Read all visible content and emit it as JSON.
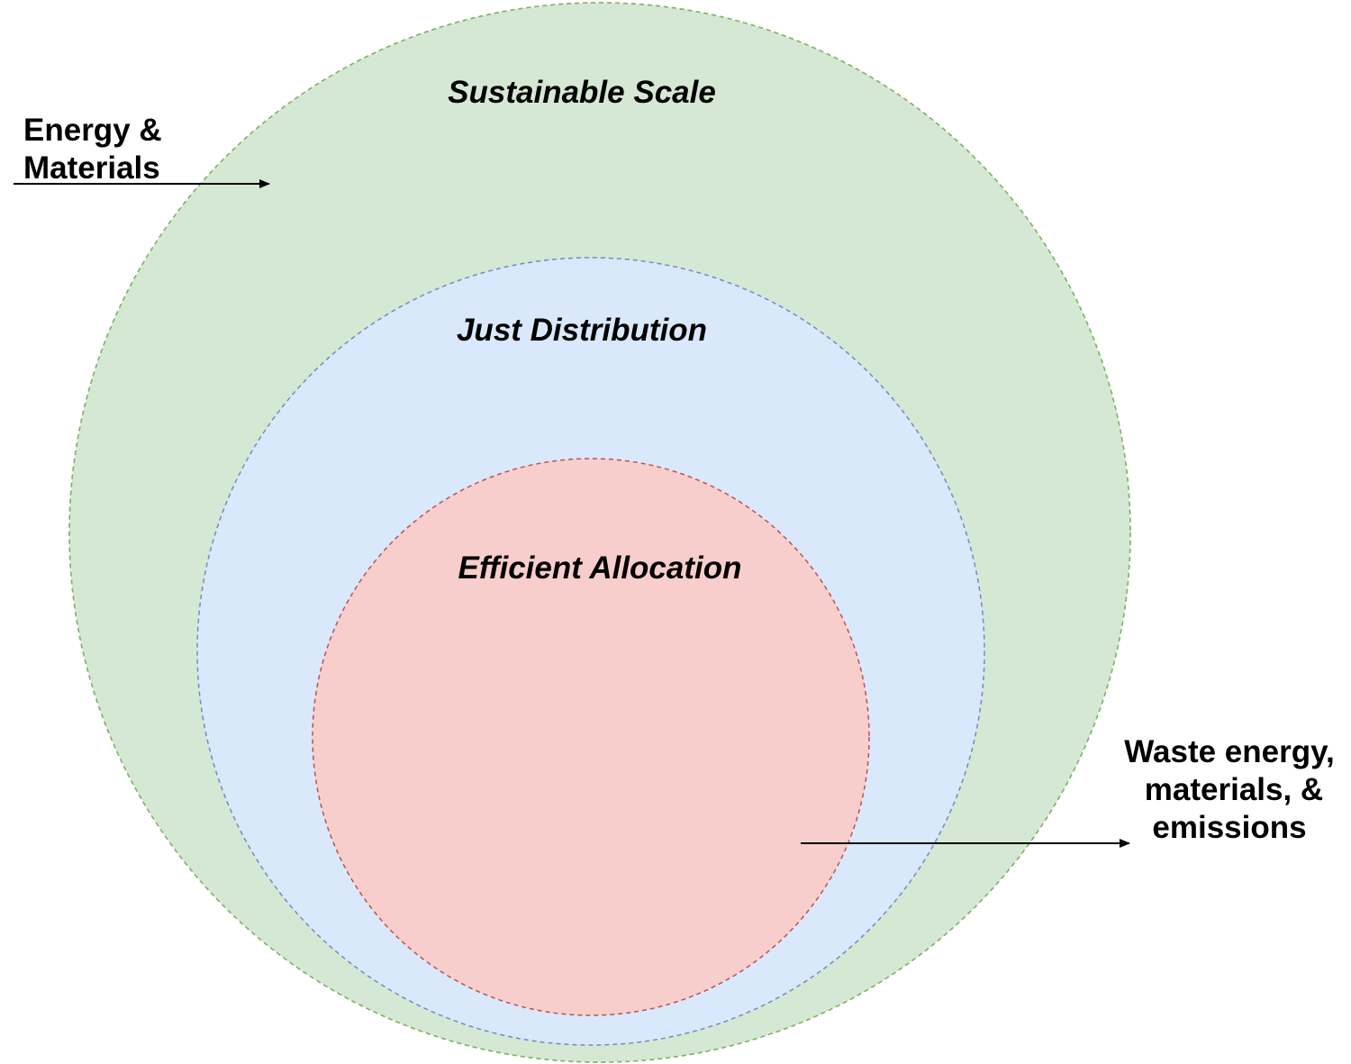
{
  "diagram": {
    "outer_circle": {
      "label": "Sustainable Scale",
      "fill_color": "#d5e8d4",
      "stroke_color": "#82b366"
    },
    "middle_circle": {
      "label": "Just Distribution",
      "fill_color": "#dae8fc",
      "stroke_color": "#6c8ebf"
    },
    "inner_circle": {
      "label": "Efficient Allocation",
      "fill_color": "#f8cecc",
      "stroke_color": "#b85450"
    },
    "input_label": {
      "line1": "Energy &",
      "line2": "Materials"
    },
    "output_label": {
      "line1": "Waste energy,",
      "line2": "materials, &",
      "line3": "emissions"
    },
    "arrow_color": "#000000"
  }
}
